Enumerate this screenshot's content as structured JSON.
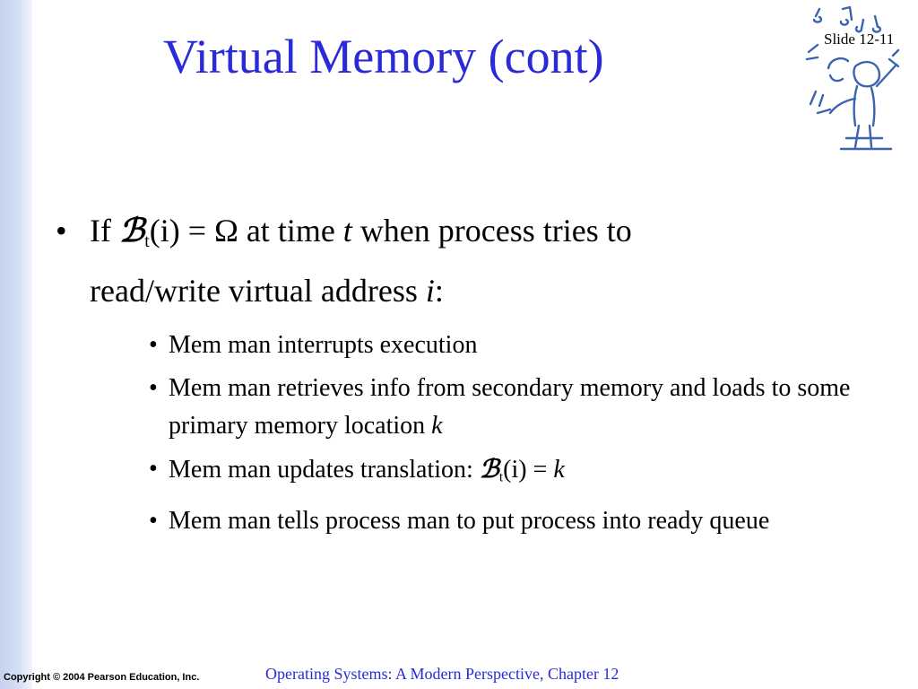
{
  "slide": {
    "title": "Virtual Memory (cont)",
    "number": "Slide 12-11"
  },
  "icons": {
    "clipart": "music-conductor-icon"
  },
  "colors": {
    "title": "#2a2ad8",
    "side_bar": "#c5d2ee",
    "clipart": "#3b63b0"
  },
  "bullet": {
    "dot": "•",
    "prefix": "If ",
    "beta": "ℬ",
    "sub": "t",
    "expr": "(i) = Ω at time ",
    "time_var": "t",
    "line1_end": " when process tries to",
    "line2": "read/write virtual address ",
    "addr_var": "i",
    "colon": ":"
  },
  "subbullets": [
    {
      "dot": "•",
      "text": "Mem man interrupts execution"
    },
    {
      "dot": "•",
      "text": "Mem man retrieves info from secondary memory and loads to some primary memory location ",
      "var": "k"
    },
    {
      "dot": "•",
      "prefix": "Mem man updates translation: ",
      "beta": "ℬ",
      "sub": "t",
      "expr": "(i) = ",
      "var": "k"
    },
    {
      "dot": "•",
      "text": "Mem man tells process man to put process into ready queue"
    }
  ],
  "footer": {
    "copyright": "Copyright © 2004 Pearson Education, Inc.",
    "chapter": "Operating Systems: A Modern Perspective, Chapter 12"
  }
}
